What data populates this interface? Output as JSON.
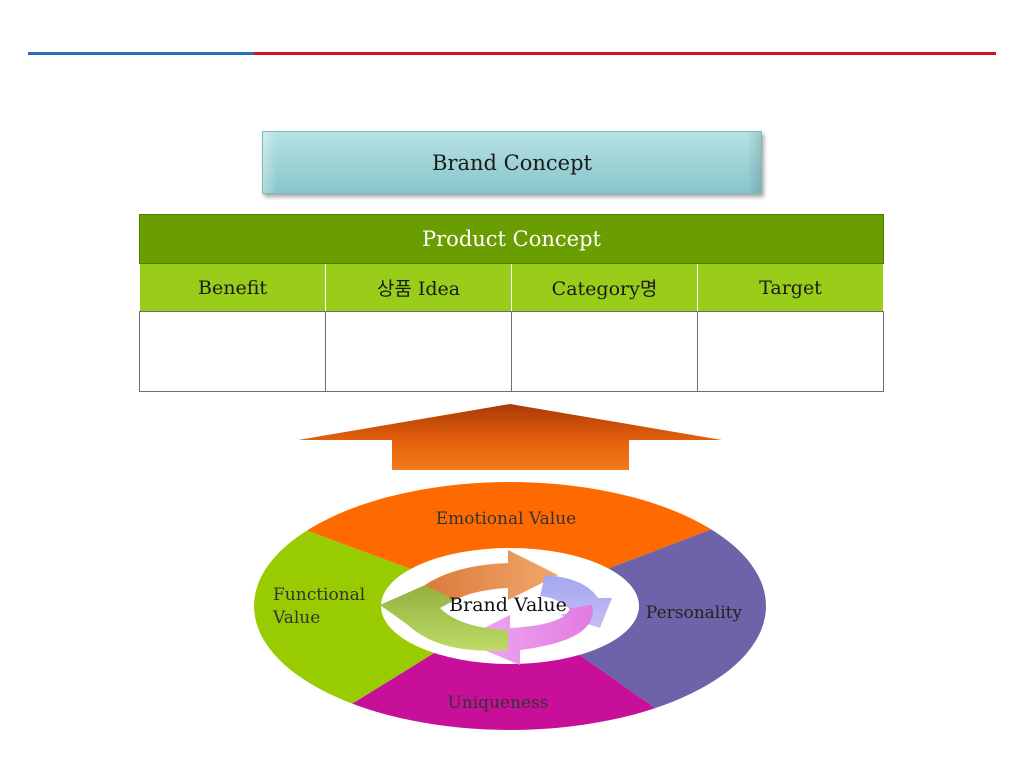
{
  "brand_concept": {
    "label": "Brand Concept"
  },
  "product_concept": {
    "title": "Product Concept",
    "columns": [
      "Benefit",
      "상품 Idea",
      "Category명",
      "Target"
    ]
  },
  "brand_value_wheel": {
    "center": "Brand Value",
    "segments": {
      "emotional": "Emotional Value",
      "personality": "Personality",
      "uniqueness": "Uniqueness",
      "functional_line1": "Functional",
      "functional_line2": "Value"
    }
  },
  "colors": {
    "rule_blue": "#2a6db5",
    "rule_red": "#d8101c",
    "emotional": "#ff6a00",
    "personality": "#6e63a8",
    "uniqueness": "#c80f9a",
    "functional": "#99cc00",
    "arrow": "#e0600c"
  }
}
